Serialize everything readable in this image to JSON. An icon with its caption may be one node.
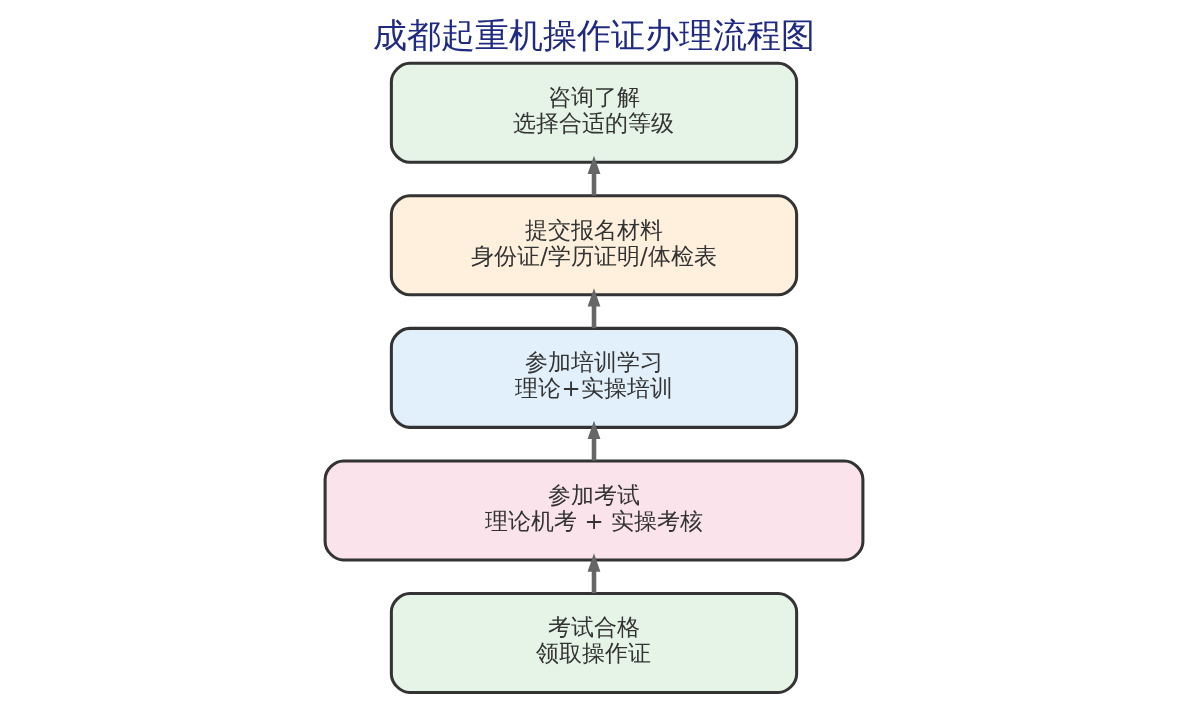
{
  "diagram": {
    "title": "成都起重机操作证办理流程图",
    "nodes": [
      {
        "text": [
          "咨询了解",
          "选择合适的等级"
        ]
      },
      {
        "text": [
          "提交报名材料",
          "身份证/学历证明/体检表"
        ]
      },
      {
        "text": [
          "参加培训学习",
          "理论+实操培训"
        ]
      },
      {
        "text": [
          "参加考试",
          "理论机考 + 实操考核"
        ]
      },
      {
        "text": [
          "考试合格",
          "领取操作证"
        ]
      }
    ],
    "edges": [
      {
        "from": 1,
        "to": 0,
        "arrow": "to"
      },
      {
        "from": 2,
        "to": 1,
        "arrow": "to"
      },
      {
        "from": 3,
        "to": 2,
        "arrow": "to"
      },
      {
        "from": 4,
        "to": 3,
        "arrow": "to"
      }
    ]
  }
}
